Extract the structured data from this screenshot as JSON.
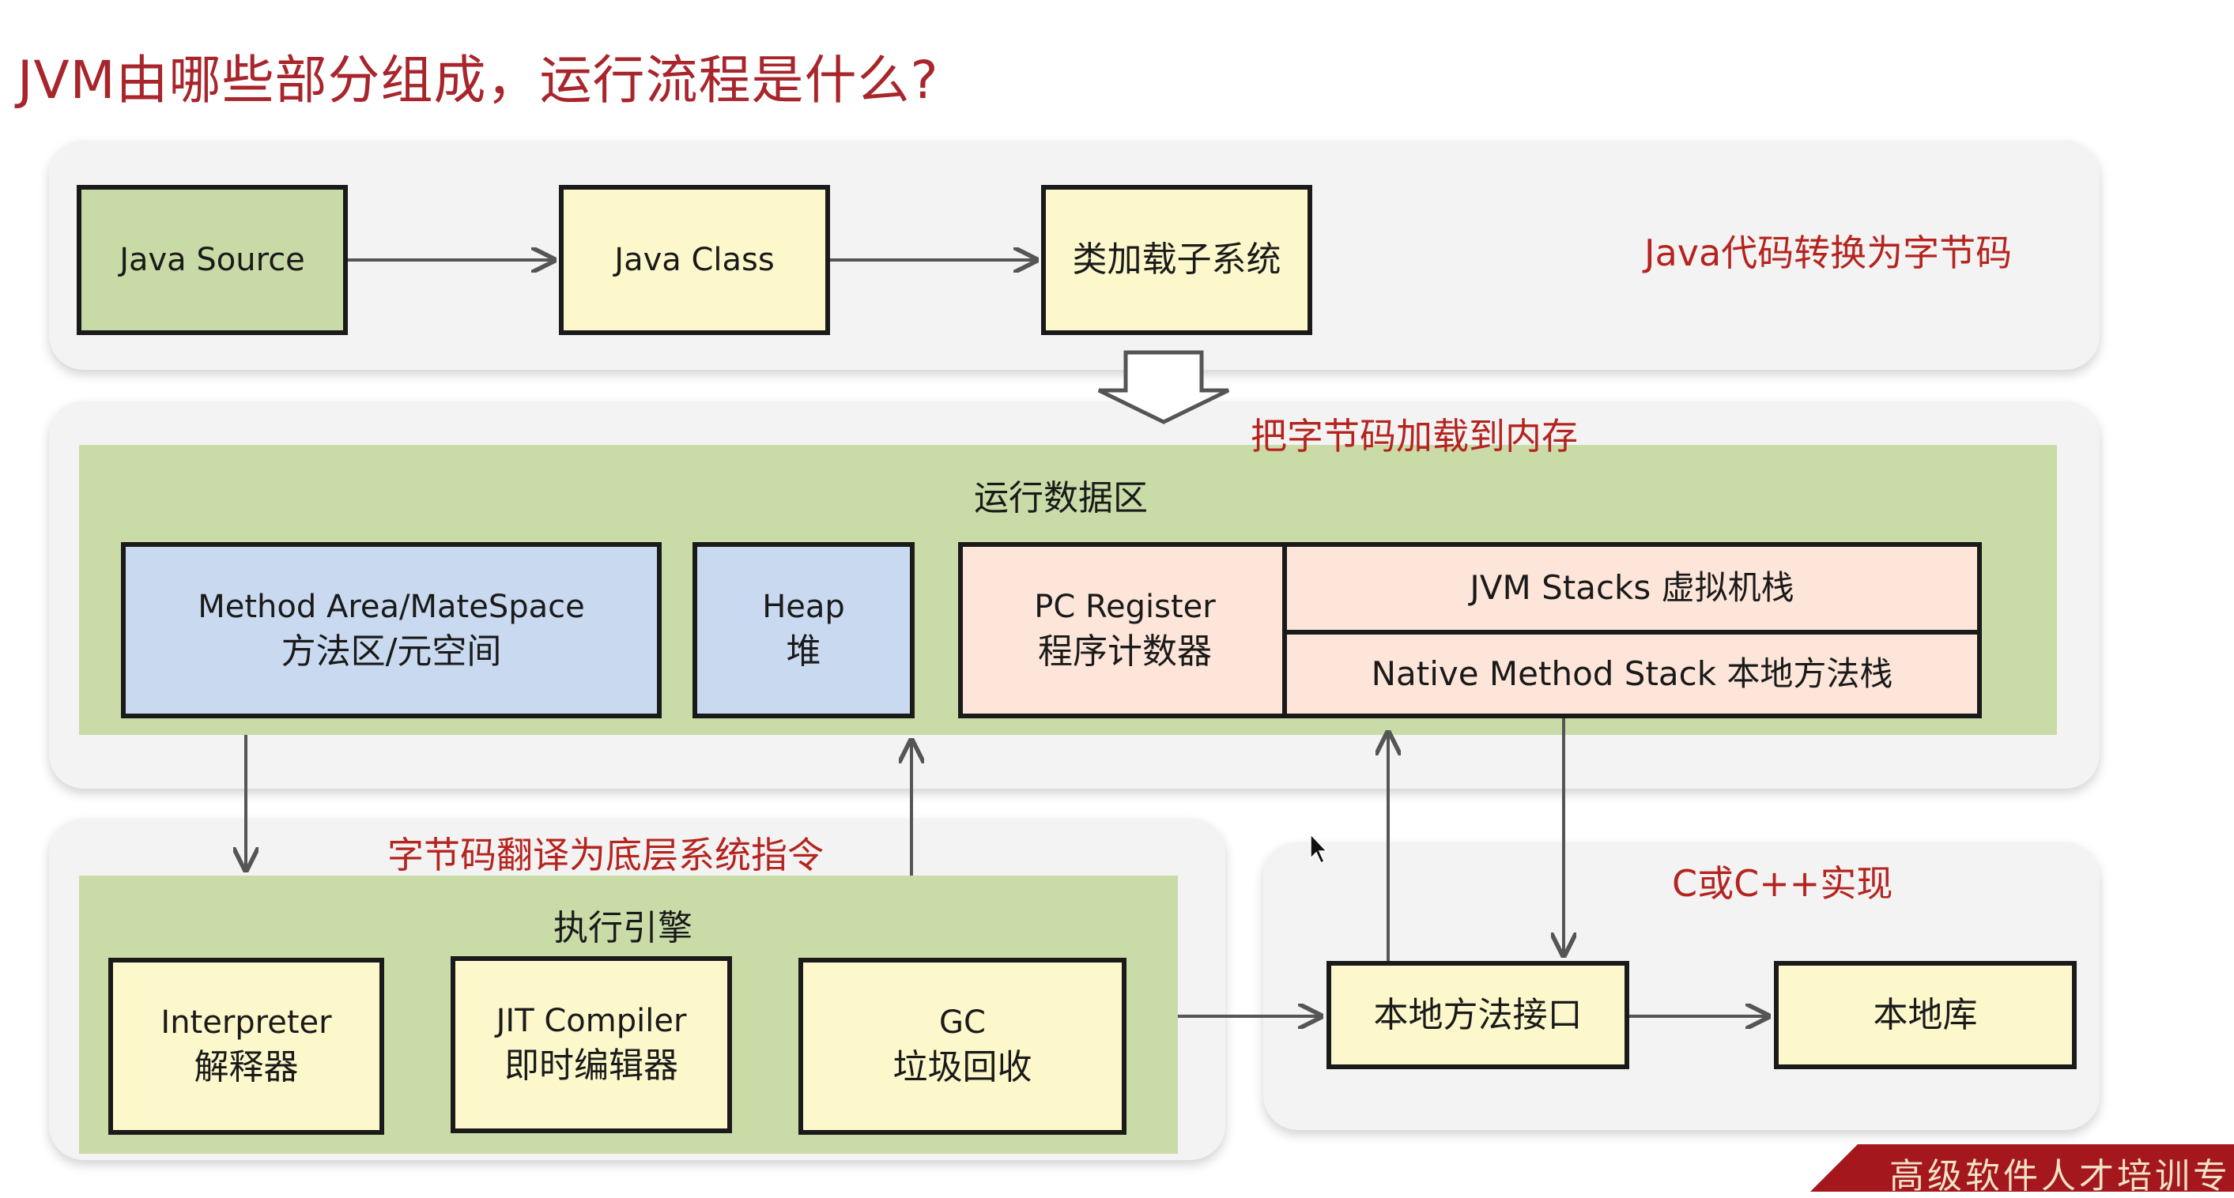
{
  "title": "JVM由哪些部分组成，运行流程是什么?",
  "top_row": {
    "java_source": "Java Source",
    "java_class": "Java Class",
    "class_loader": "类加载子系统",
    "label": "Java代码转换为字节码"
  },
  "load_label": "把字节码加载到内存",
  "runtime": {
    "title": "运行数据区",
    "method_area_en": "Method Area/MateSpace",
    "method_area_cn": "方法区/元空间",
    "heap_en": "Heap",
    "heap_cn": "堆",
    "pc_en": "PC Register",
    "pc_cn": "程序计数器",
    "jvm_stacks": "JVM Stacks 虚拟机栈",
    "native_stack": "Native Method Stack 本地方法栈"
  },
  "engine": {
    "label": "字节码翻译为底层系统指令",
    "title": "执行引擎",
    "interpreter_en": "Interpreter",
    "interpreter_cn": "解释器",
    "jit_en": "JIT Compiler",
    "jit_cn": "即时编辑器",
    "gc_en": "GC",
    "gc_cn": "垃圾回收"
  },
  "native": {
    "label": "C或C++实现",
    "interface": "本地方法接口",
    "library": "本地库"
  },
  "banner": "高级软件人才培训专",
  "colors": {
    "title_red": "#a8252b",
    "label_red": "#b5241f",
    "panel_grey": "#f3f3f3",
    "area_green": "#c9dca8",
    "box_yellow": "#fcf8cc",
    "box_green": "#c8daa5",
    "box_blue": "#c9d9ef",
    "box_peach": "#fde6d9"
  }
}
